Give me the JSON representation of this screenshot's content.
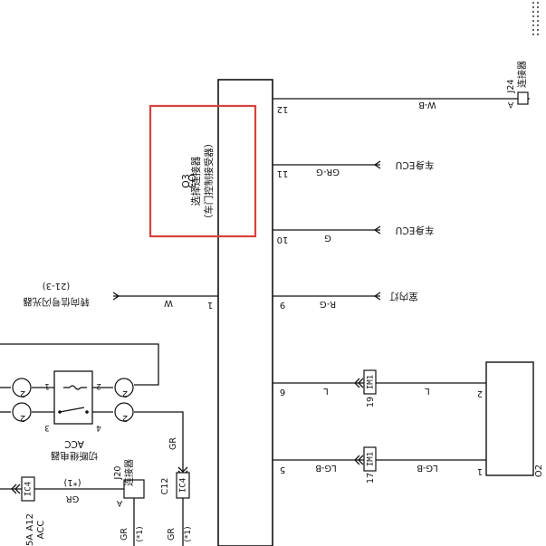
{
  "diagram": {
    "highlight_color": "#d9413d"
  },
  "connector": {
    "id": "O3",
    "title": "选择连接器",
    "subtitle": "（车门控制接受器）"
  },
  "right_pins": [
    {
      "pin": "12",
      "color": "W-B",
      "terminal": "A",
      "target_id": "J24",
      "target": "连接器"
    },
    {
      "pin": "11",
      "color": "GR-G",
      "target": "车身ECU"
    },
    {
      "pin": "10",
      "color": "G",
      "target": "车身ECU"
    },
    {
      "pin": "9",
      "color": "R-G",
      "target": "室内灯"
    },
    {
      "pin": "6",
      "color": "L",
      "inline_connector": "IM1",
      "inline_pin": "19",
      "module_pin": "2"
    },
    {
      "pin": "5",
      "color": "LG-B",
      "inline_connector": "IM1",
      "inline_pin": "17",
      "module_pin": "1"
    }
  ],
  "left_pins": [
    {
      "pin": "1",
      "color": "W",
      "target": "转向信号闪光器",
      "target_ref": "(21-3)"
    }
  ],
  "relay": {
    "name": "ACC",
    "code": "切断继电器",
    "bubble": "2",
    "pins": [
      "1",
      "3",
      "2",
      "4"
    ]
  },
  "left_wires": [
    {
      "color": "GR",
      "connector": "IC4",
      "connector_id": "C12",
      "note": "(*1)"
    },
    {
      "color": "GR",
      "connector": "IC4",
      "note": "(*1)",
      "terminal": "A",
      "target_id": "J20",
      "target": "连接器"
    },
    {
      "label": "5A A12",
      "label2": "ACC"
    }
  ],
  "module": {
    "id": "O2"
  }
}
